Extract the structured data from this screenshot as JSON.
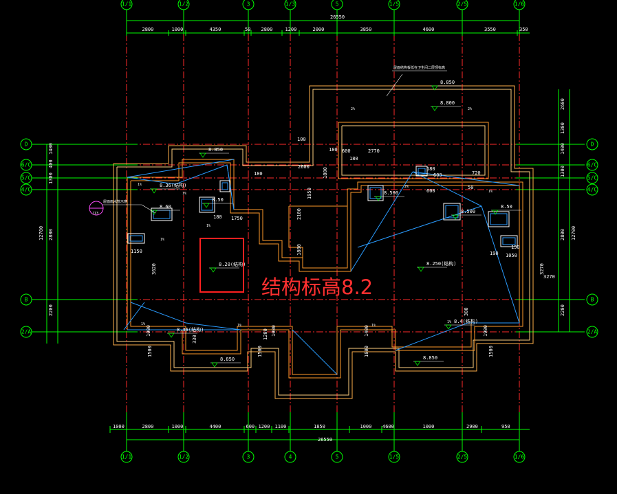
{
  "axes_top": [
    "1/1",
    "1/2",
    "3",
    "1/3",
    "5",
    "1/5",
    "2/5",
    "1/6"
  ],
  "axes_bottom": [
    "1/1",
    "1/2",
    "3",
    "4",
    "5",
    "1/5",
    "2/5",
    "1/6"
  ],
  "axes_left": [
    "D",
    "6/C",
    "5/C",
    "4/C",
    "B",
    "2/A"
  ],
  "axes_right": [
    "D",
    "6/C",
    "5/C",
    "4/C",
    "B",
    "2/A"
  ],
  "top_total": "26550",
  "top_dims": [
    "2800",
    "1000",
    "4350",
    "50",
    "2800",
    "1200",
    "2000",
    "3850",
    "4600",
    "3550",
    "350"
  ],
  "bottom_total": "26550",
  "bottom_dims": [
    "1000",
    "2800",
    "1000",
    "4400",
    "600",
    "1200",
    "1100",
    "1850",
    "1000",
    "4600",
    "1000",
    "2900",
    "950"
  ],
  "left_dims": [
    "1400",
    "400",
    "1300",
    "12700",
    "2800",
    "2200"
  ],
  "right_dims": [
    "2600",
    "1300",
    "1400",
    "1300",
    "2800",
    "12700",
    "3270",
    "2200"
  ],
  "elevations": [
    "8.850",
    "8.800",
    "8.850",
    "8.36(结构)",
    "8.50",
    "8.60",
    "8.20(结构)",
    "8.500",
    "8.500",
    "8.50",
    "8.250(结构)",
    "8.4(结构)",
    "8.36(结构)",
    "8.850",
    "8.850"
  ],
  "inner_dims": [
    "1750",
    "180",
    "1150",
    "3620",
    "100",
    "2600",
    "1950",
    "2100",
    "1800",
    "600",
    "180",
    "2770",
    "180",
    "720",
    "180",
    "600",
    "600",
    "50",
    "1050",
    "190",
    "150",
    "3270",
    "300",
    "1900",
    "1500",
    "1000",
    "1500",
    "1000",
    "1400",
    "1500",
    "330",
    "1000",
    "1200",
    "1800",
    "180"
  ],
  "slopes": [
    "1%",
    "1%",
    "1%",
    "1%",
    "1%",
    "1%",
    "1%",
    "1%",
    "2%",
    "2%",
    "1%",
    "2%"
  ],
  "notes": [
    "屋面结构板低在卫生间二层顶标高",
    "屋面雨水管示意"
  ],
  "detail_tag": "J13",
  "annotation": "结构标高8.2"
}
